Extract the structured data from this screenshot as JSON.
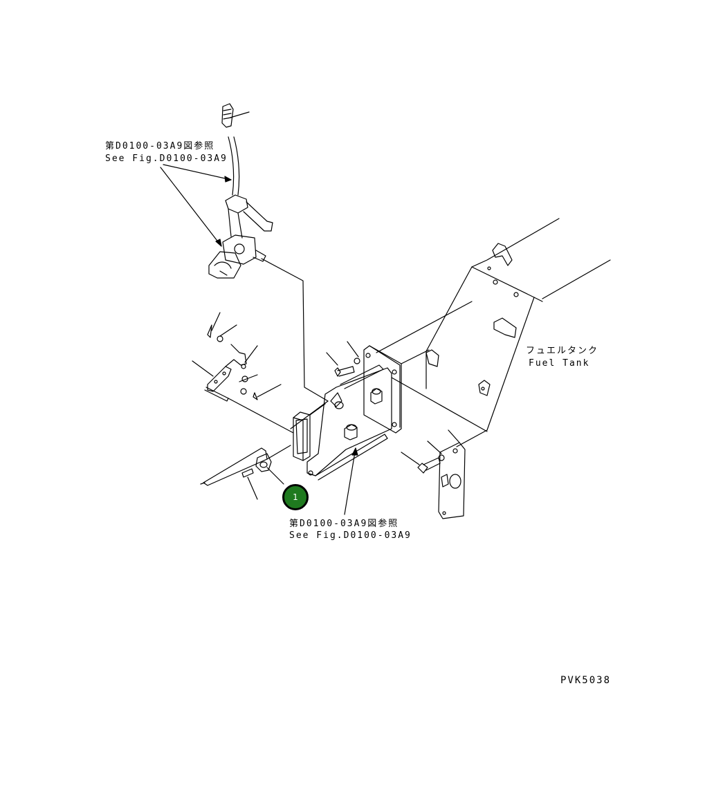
{
  "labels": {
    "ref_top": {
      "jp": "第D0100-03A9図参照",
      "en": "See Fig.D0100-03A9"
    },
    "ref_bottom": {
      "jp": "第D0100-03A9図参照",
      "en": "See Fig.D0100-03A9"
    },
    "fuel_tank": {
      "jp": "フュエルタンク",
      "en": "Fuel Tank"
    }
  },
  "callouts": [
    {
      "number": "1",
      "color": "#1f7a1f"
    }
  ],
  "drawing_code": "PVK5038"
}
